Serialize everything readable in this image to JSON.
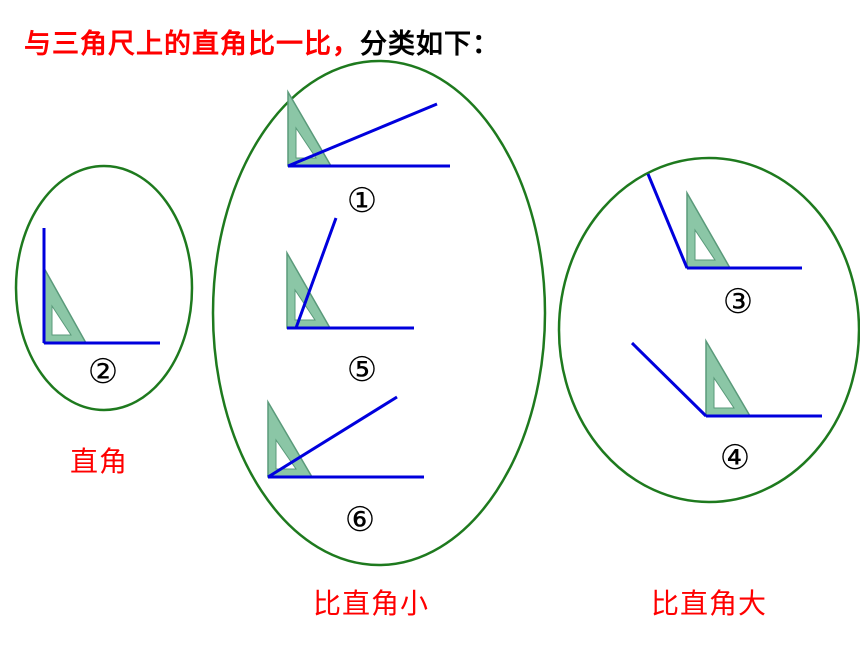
{
  "title": {
    "red_text": "与三角尺上的直角比一比，",
    "black_text": "分类如下："
  },
  "categories": [
    {
      "label": "直角",
      "items": [
        "②"
      ]
    },
    {
      "label": "比直角小",
      "items": [
        "①",
        "⑤",
        "⑥"
      ]
    },
    {
      "label": "比直角大",
      "items": [
        "③",
        "④"
      ]
    }
  ],
  "colors": {
    "title_red": "#ff0000",
    "label_red": "#ff0000",
    "ellipse": "#1e7a1e",
    "angle_line": "#0000dd",
    "set_square_fill": "#8bc6a6",
    "set_square_edge": "#5a9a7a"
  }
}
